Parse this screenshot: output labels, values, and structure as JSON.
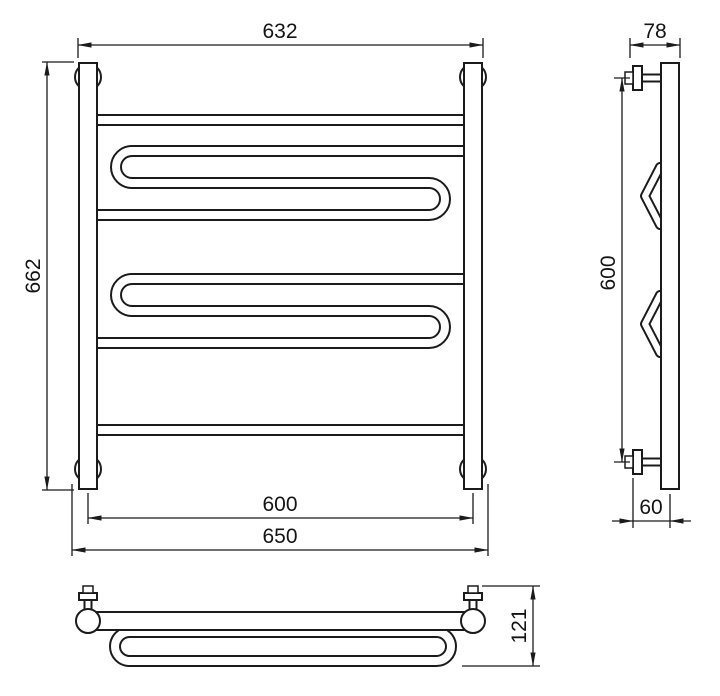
{
  "meta": {
    "type": "technical-dimension-drawing",
    "subject": "heated-towel-rail",
    "line_color": "#1b1b1b",
    "background_color": "#ffffff"
  },
  "drawing": {
    "front": {
      "top_width": "632",
      "height": "662",
      "axis_width": "600",
      "overall_width": "650"
    },
    "side": {
      "depth": "78",
      "axis_height": "600",
      "wall_offset": "60"
    },
    "plan": {
      "depth_overall": "121"
    }
  }
}
